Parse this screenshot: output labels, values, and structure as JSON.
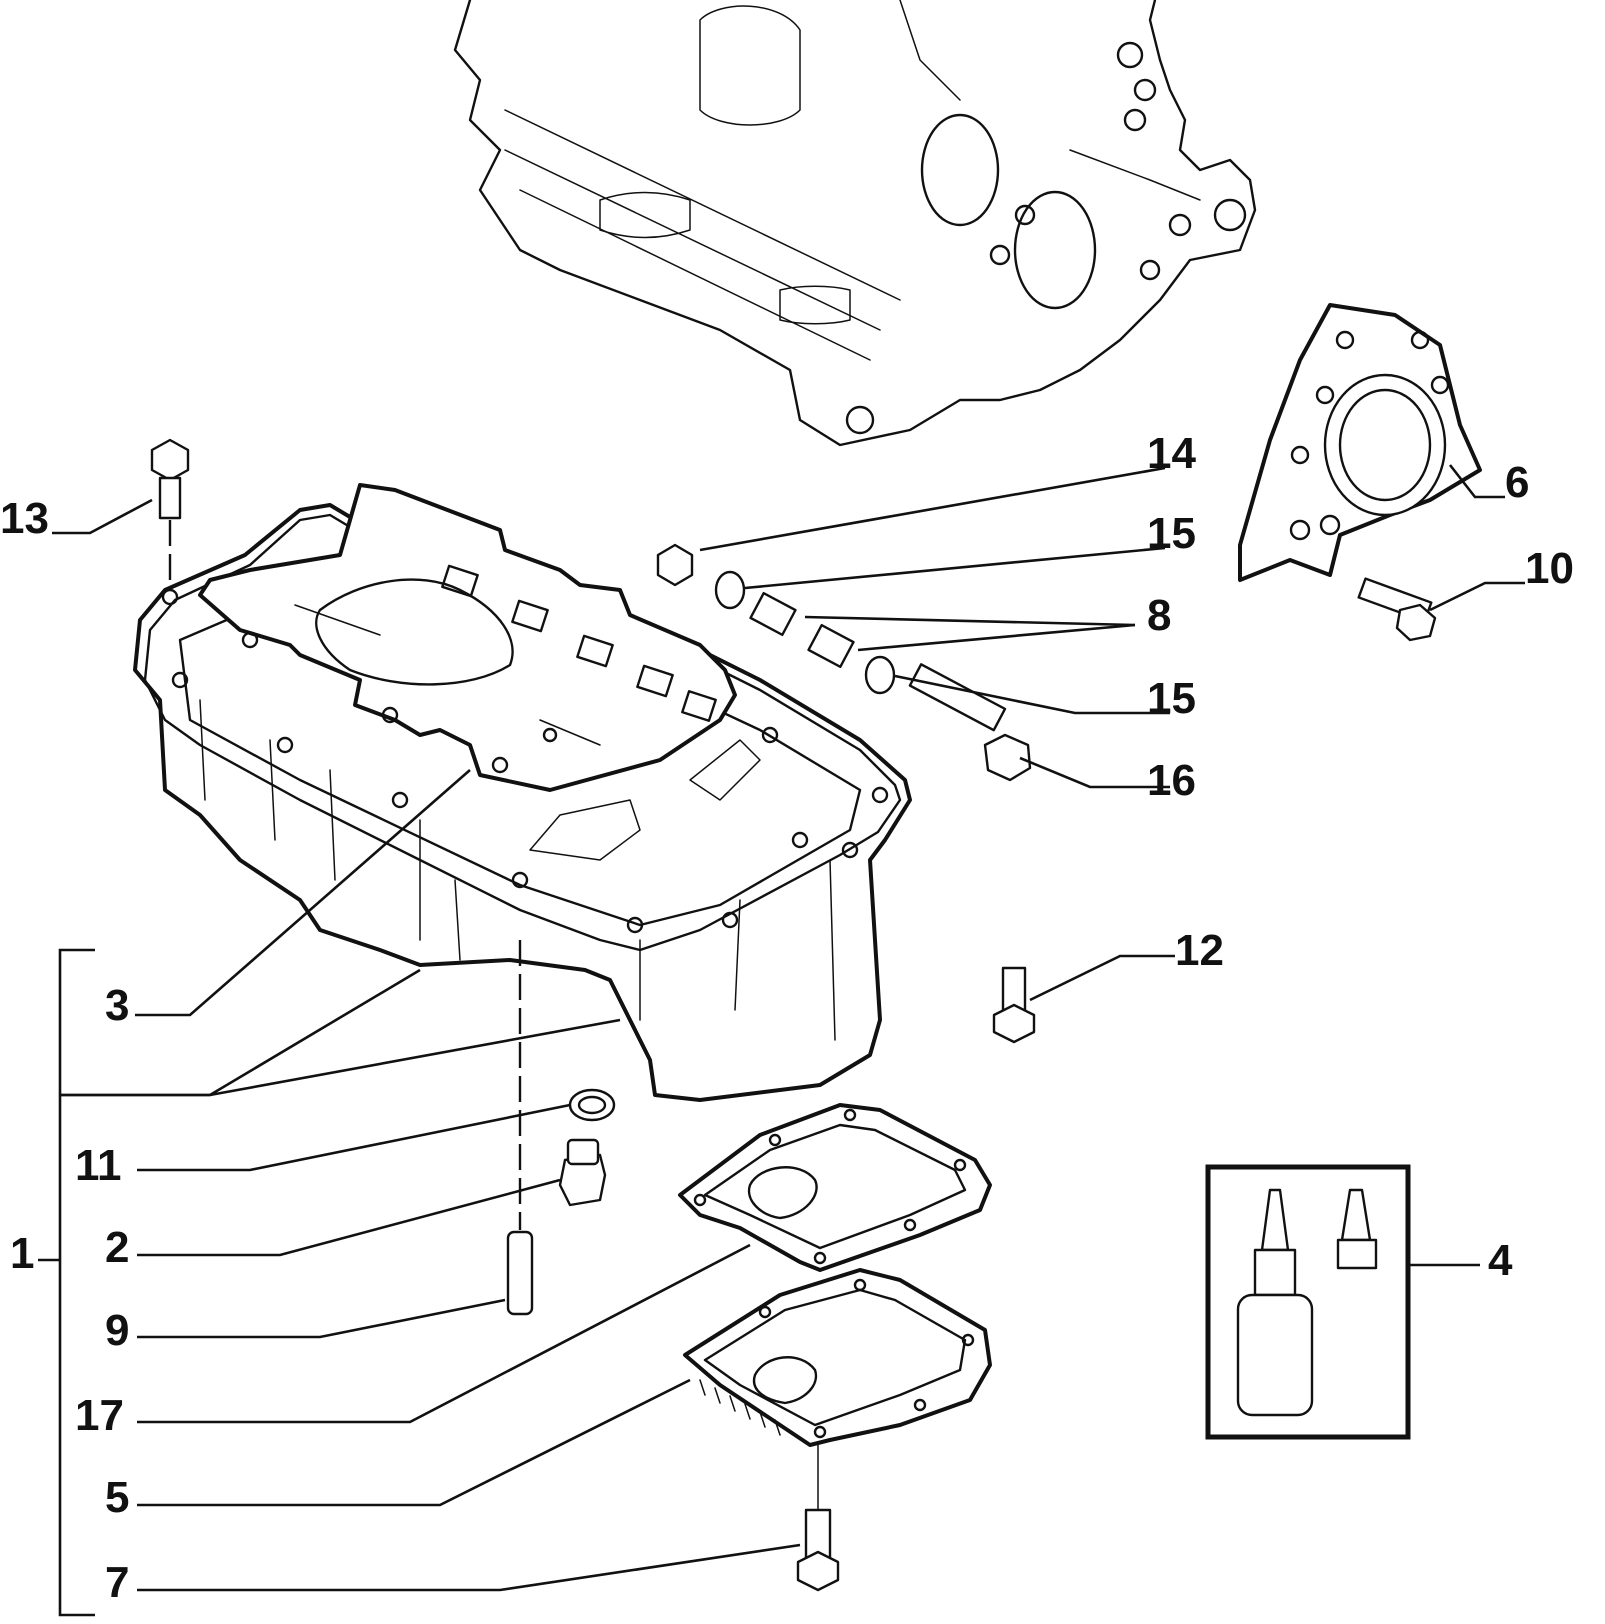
{
  "diagram": {
    "callouts": [
      {
        "id": "c1",
        "text": "1"
      },
      {
        "id": "c2",
        "text": "2"
      },
      {
        "id": "c3",
        "text": "3"
      },
      {
        "id": "c4",
        "text": "4"
      },
      {
        "id": "c5",
        "text": "5"
      },
      {
        "id": "c6",
        "text": "6"
      },
      {
        "id": "c7",
        "text": "7"
      },
      {
        "id": "c8",
        "text": "8"
      },
      {
        "id": "c9",
        "text": "9"
      },
      {
        "id": "c10",
        "text": "10"
      },
      {
        "id": "c11",
        "text": "11"
      },
      {
        "id": "c12",
        "text": "12"
      },
      {
        "id": "c13",
        "text": "13"
      },
      {
        "id": "c14",
        "text": "14"
      },
      {
        "id": "c15a",
        "text": "15"
      },
      {
        "id": "c15b",
        "text": "15"
      },
      {
        "id": "c16",
        "text": "16"
      },
      {
        "id": "c17",
        "text": "17"
      }
    ]
  }
}
